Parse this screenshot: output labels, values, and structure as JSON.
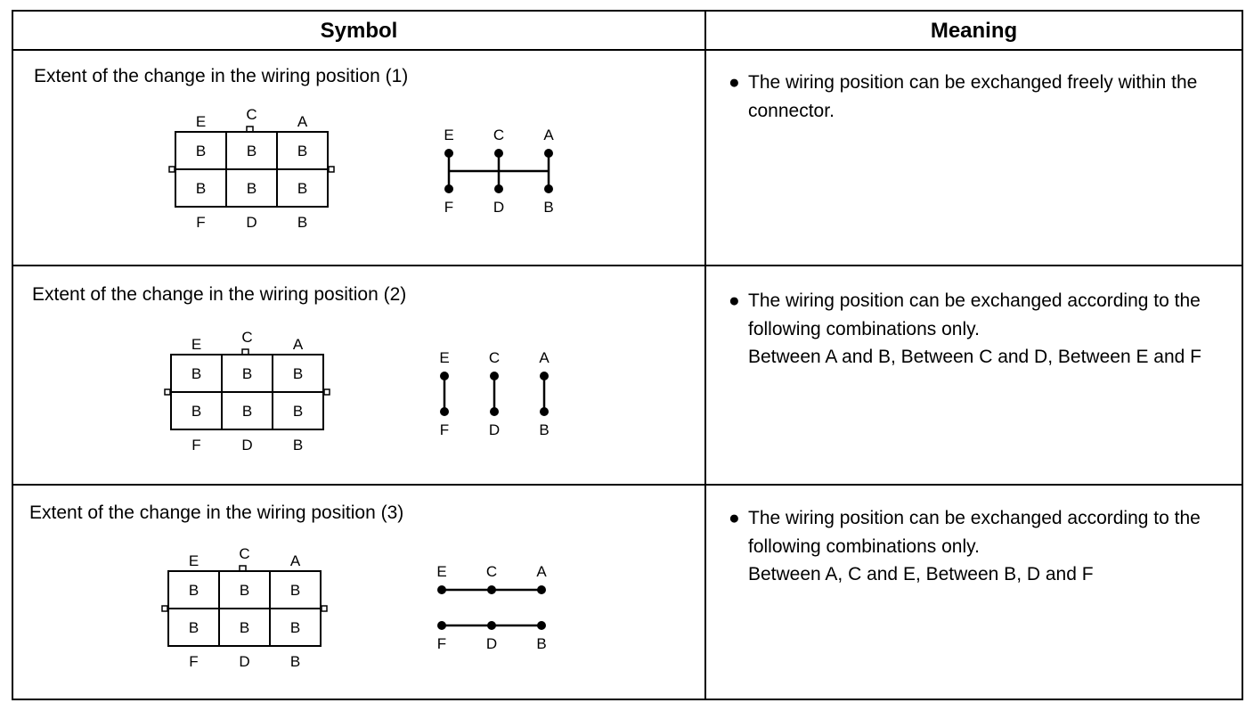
{
  "header": {
    "symbol": "Symbol",
    "meaning": "Meaning"
  },
  "rows": [
    {
      "title": "Extent of the change in the wiring position (1)",
      "connector": {
        "top": [
          "E",
          "C",
          "A"
        ],
        "cells": [
          "B",
          "B",
          "B",
          "B",
          "B",
          "B"
        ],
        "bottom": [
          "F",
          "D",
          "B"
        ]
      },
      "wiring": {
        "top": [
          "E",
          "C",
          "A"
        ],
        "bottom": [
          "F",
          "D",
          "B"
        ],
        "pattern": "all-connected"
      },
      "meaning_bullet": "●",
      "meaning": [
        "The wiring position can be exchanged freely within the connector."
      ]
    },
    {
      "title": "Extent of the change in the wiring position (2)",
      "connector": {
        "top": [
          "E",
          "C",
          "A"
        ],
        "cells": [
          "B",
          "B",
          "B",
          "B",
          "B",
          "B"
        ],
        "bottom": [
          "F",
          "D",
          "B"
        ]
      },
      "wiring": {
        "top": [
          "E",
          "C",
          "A"
        ],
        "bottom": [
          "F",
          "D",
          "B"
        ],
        "pattern": "vertical-pairs"
      },
      "meaning_bullet": "●",
      "meaning": [
        "The wiring position can be exchanged according to the following combinations only.",
        "Between A and B, Between C and D, Between E and F"
      ]
    },
    {
      "title": "Extent of the change in the wiring position (3)",
      "connector": {
        "top": [
          "E",
          "C",
          "A"
        ],
        "cells": [
          "B",
          "B",
          "B",
          "B",
          "B",
          "B"
        ],
        "bottom": [
          "F",
          "D",
          "B"
        ]
      },
      "wiring": {
        "top": [
          "E",
          "C",
          "A"
        ],
        "bottom": [
          "F",
          "D",
          "B"
        ],
        "pattern": "horizontal-rows"
      },
      "meaning_bullet": "●",
      "meaning": [
        "The wiring position can be exchanged according to the following combinations only.",
        "Between A, C and E, Between B, D and F"
      ]
    }
  ]
}
